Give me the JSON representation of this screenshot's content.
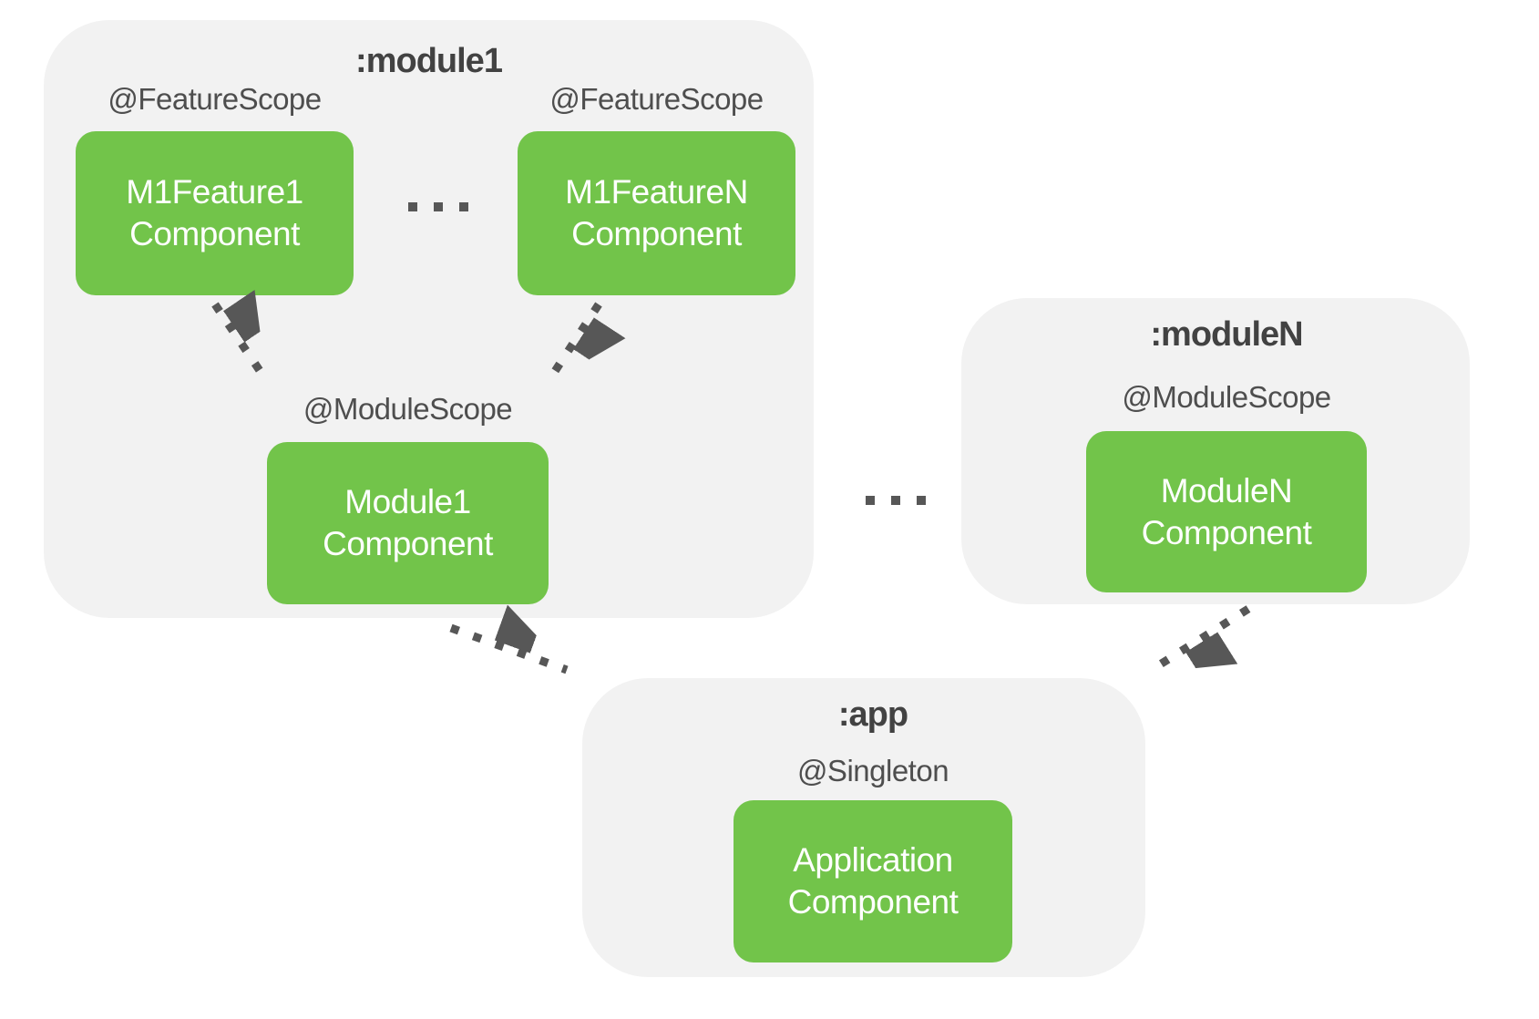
{
  "colors": {
    "background": "#ffffff",
    "container-bg": "#f2f2f2",
    "box-green": "#72c44a",
    "title-text": "#424242",
    "label-text": "#4e4e4e",
    "box-text": "#ffffff",
    "arrow": "#575757"
  },
  "module1": {
    "title": ":module1",
    "feature1_scope": "@FeatureScope",
    "feature1_box": {
      "line1": "M1Feature1",
      "line2": "Component"
    },
    "featureN_scope": "@FeatureScope",
    "featureN_box": {
      "line1": "M1FeatureN",
      "line2": "Component"
    },
    "features_ellipsis": "...",
    "module_scope": "@ModuleScope",
    "module_box": {
      "line1": "Module1",
      "line2": "Component"
    }
  },
  "moduleN": {
    "title": ":moduleN",
    "module_scope": "@ModuleScope",
    "module_box": {
      "line1": "ModuleN",
      "line2": "Component"
    }
  },
  "modules_ellipsis": "...",
  "app": {
    "title": ":app",
    "scope": "@Singleton",
    "box": {
      "line1": "Application",
      "line2": "Component"
    }
  }
}
